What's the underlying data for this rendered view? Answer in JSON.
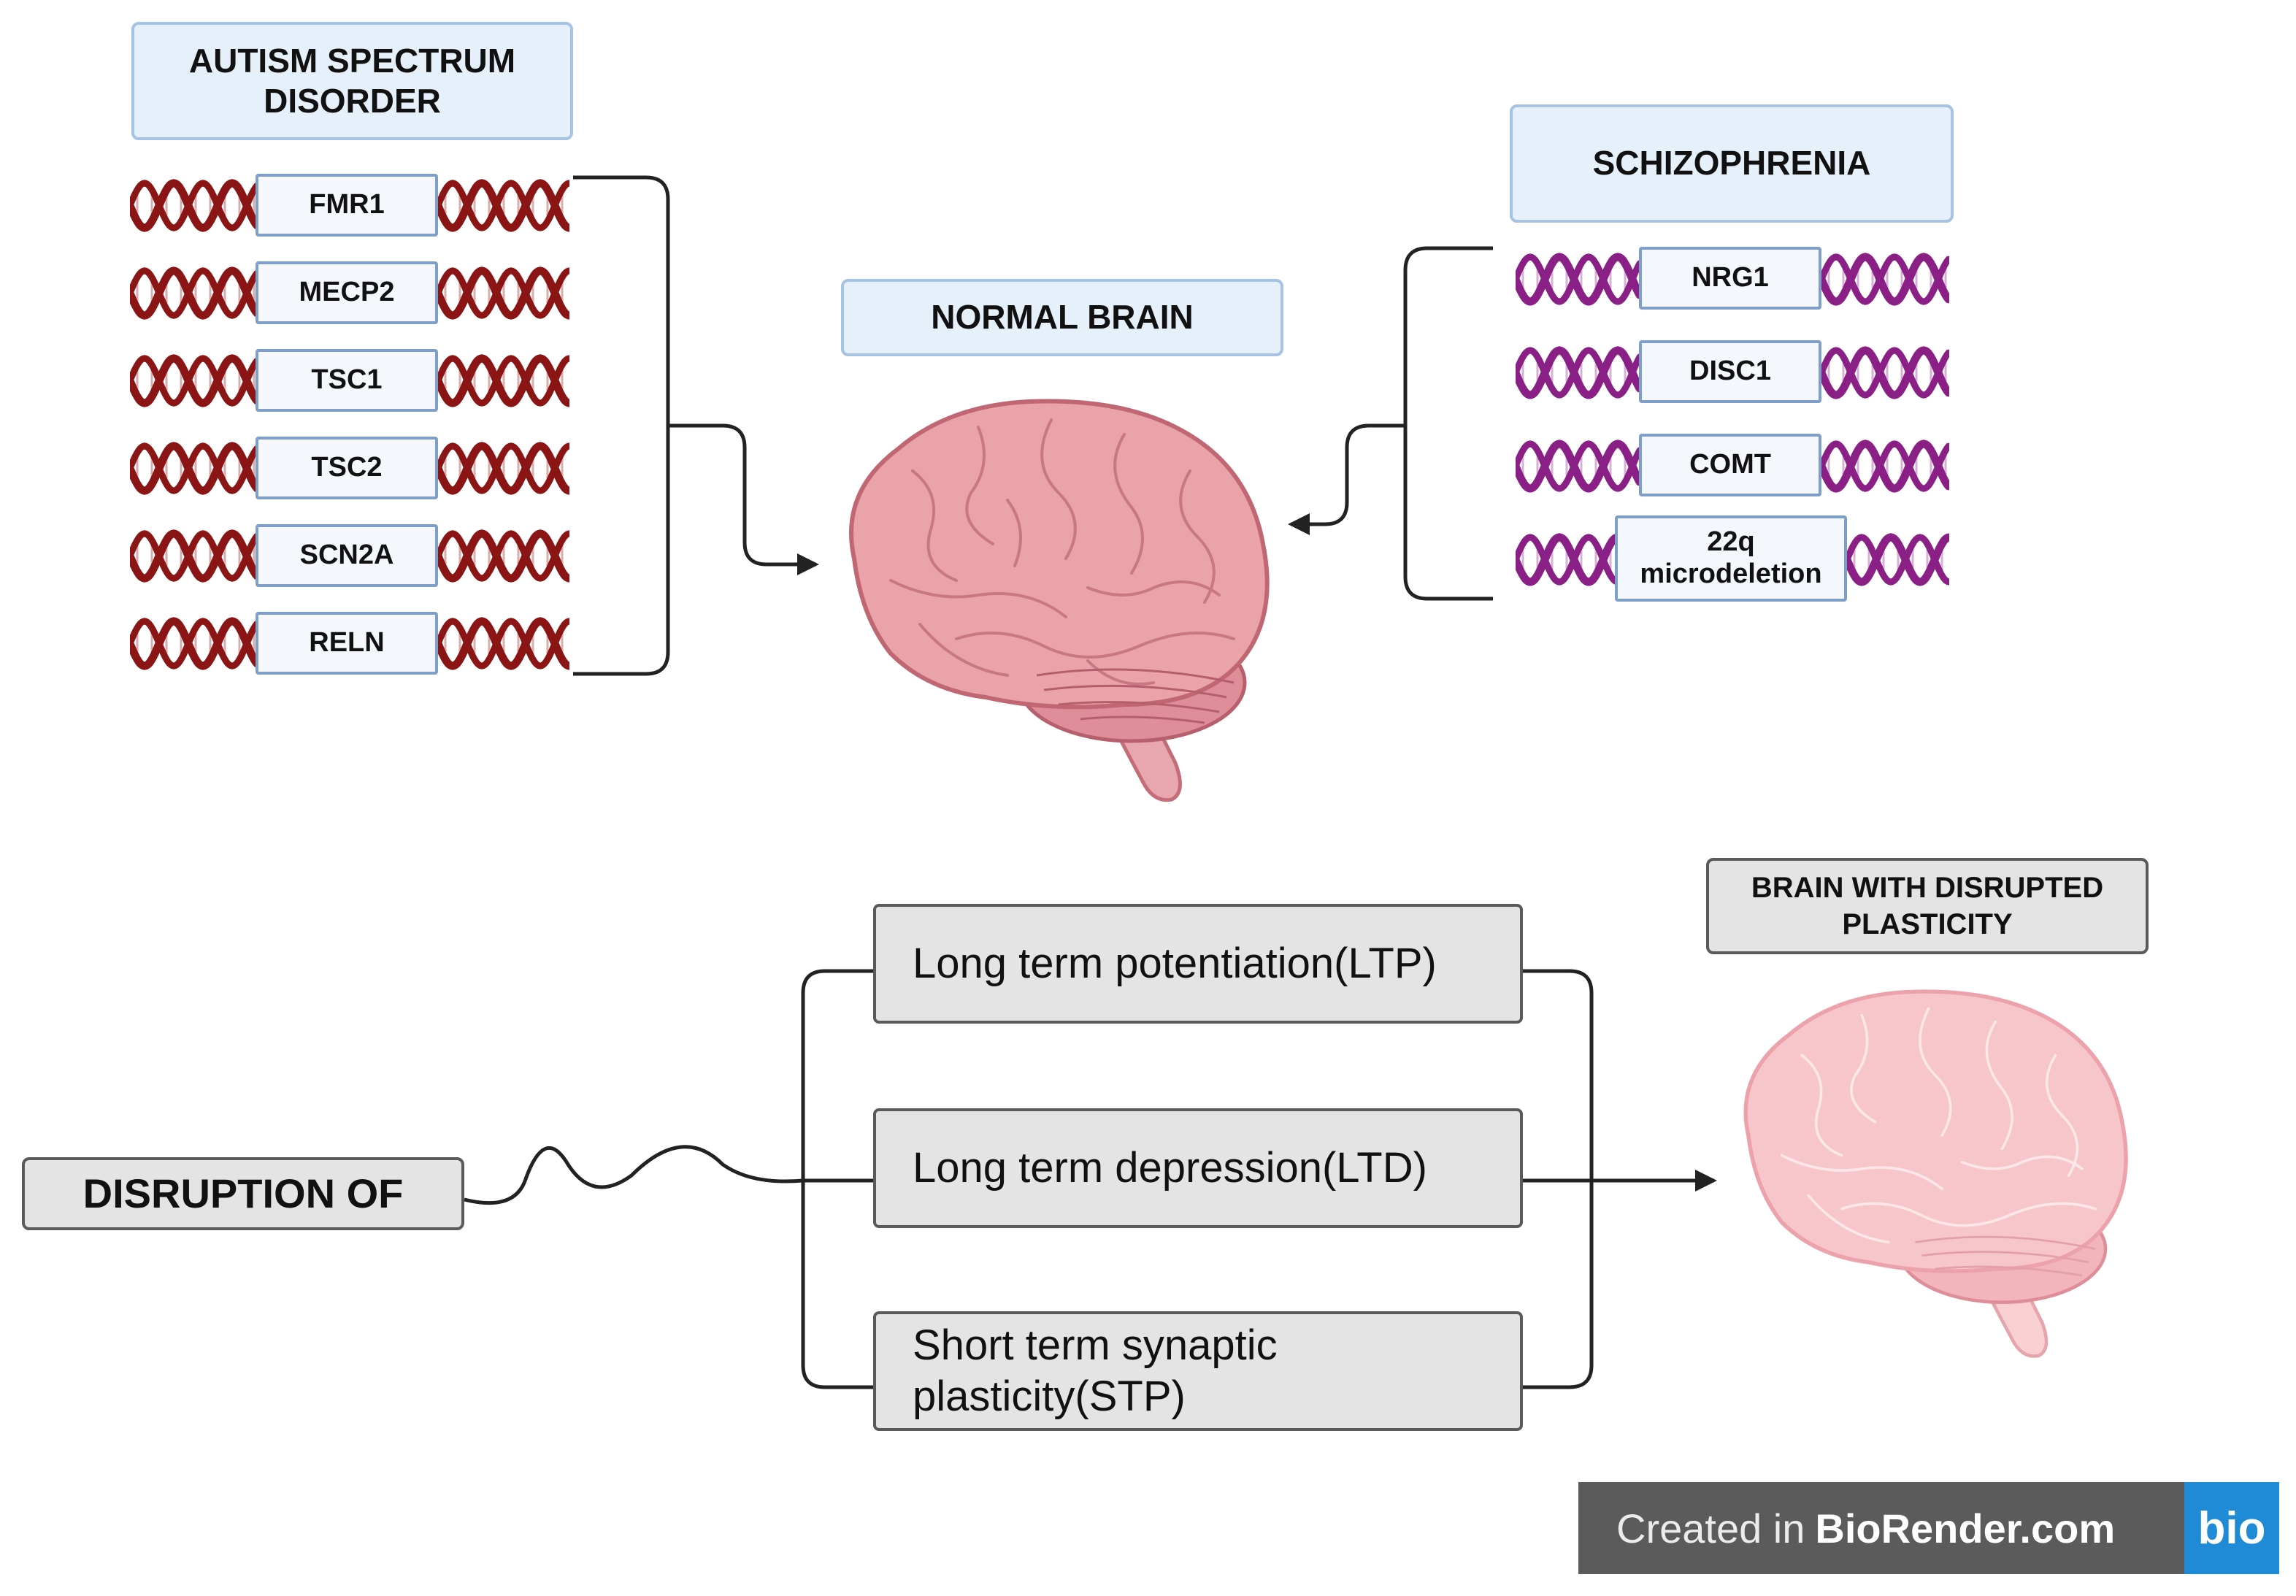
{
  "asd": {
    "title": "AUTISM SPECTRUM DISORDER",
    "genes": [
      "FMR1",
      "MECP2",
      "TSC1",
      "TSC2",
      "SCN2A",
      "RELN"
    ]
  },
  "schizophrenia": {
    "title": "SCHIZOPHRENIA",
    "genes": [
      "NRG1",
      "DISC1",
      "COMT",
      "22q microdeletion"
    ]
  },
  "normal_brain": {
    "title": "NORMAL BRAIN"
  },
  "disrupted_brain": {
    "title": "BRAIN WITH DISRUPTED PLASTICITY"
  },
  "disruption": {
    "label": "DISRUPTION OF",
    "processes": [
      "Long term potentiation(LTP)",
      "Long term depression(LTD)",
      "Short term synaptic plasticity(STP)"
    ]
  },
  "watermark": {
    "created": "Created in",
    "brand": "BioRender.com",
    "logo": "bio"
  },
  "colors": {
    "asd_helix": "#8b1414",
    "scz_helix": "#8a1f86",
    "normal_brain": "#e59aa0",
    "disrupted_brain": "#f7c6ca",
    "title_fill": "#e6f0fb",
    "process_fill": "#e4e4e4"
  },
  "icons": {
    "helix": "dna-helix-icon",
    "brain": "brain-icon"
  }
}
